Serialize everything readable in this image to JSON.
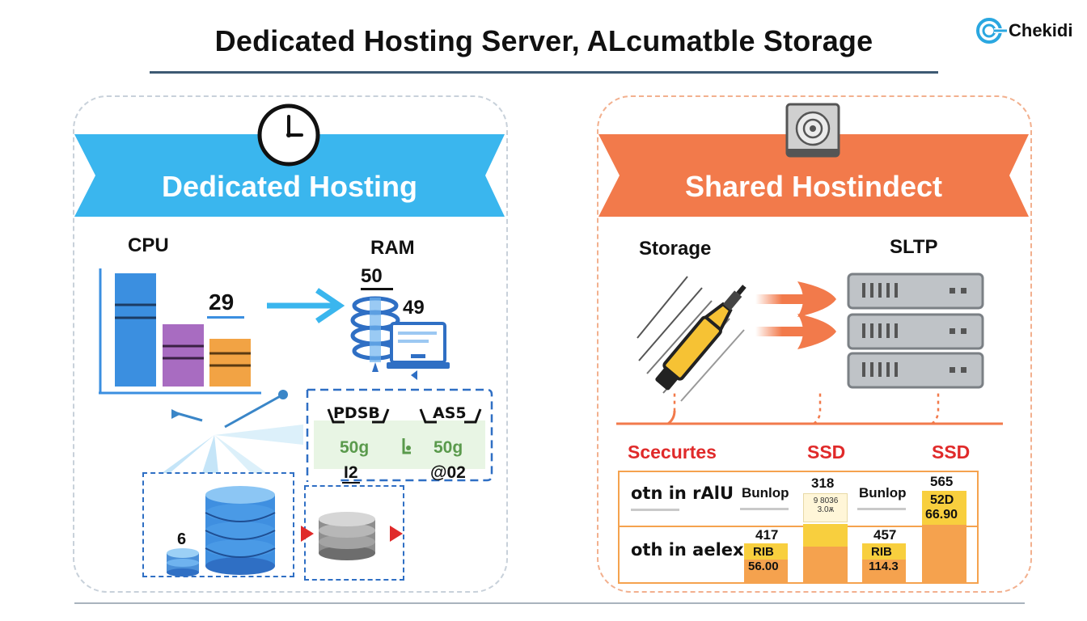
{
  "header": {
    "title": "Dedicated Hosting Server, ALcumatble Storage",
    "brand": "Chekidi",
    "brand_icon": "c-logo-icon",
    "accent_color": "#3d5a73"
  },
  "left_panel": {
    "banner": {
      "label": "Dedicated Hosting",
      "color": "#3ab6ee"
    },
    "icon": "clock-icon",
    "cpu_label": "CPU",
    "ram_label": "RAM",
    "values": {
      "cpu_small": "29",
      "ram_top": "50",
      "ram_side": "49"
    },
    "sub_box": {
      "left_label": "PDSB",
      "right_label": "AS5",
      "left_value": "50g",
      "right_value": "50g",
      "bottom_left": "I2",
      "bottom_right": "@02",
      "fill_color": "#e8f5e4"
    },
    "storage_value": "6",
    "bar_colors": {
      "cpu": "#3b8fe0",
      "mid": "#a86cc1",
      "low": "#f2a344"
    }
  },
  "right_panel": {
    "banner": {
      "label": "Shared Hostindect",
      "color": "#f27a4b"
    },
    "icon": "hard-drive-icon",
    "storage_label": "Storage",
    "sltp_label": "SLTP",
    "table_headers": [
      "Scecurtes",
      "SSD",
      "SSD"
    ],
    "rows": [
      {
        "label": "otn in rAlU",
        "col1": "Bunlop",
        "col2": "Bunlop"
      },
      {
        "label": "oth in aelex"
      }
    ],
    "cells": {
      "c318": "318",
      "c318_sub": "9 8036 3.0ѫ",
      "c565": "565",
      "c52d": "52D",
      "c6690": "66.90",
      "c417": "417",
      "rib1": "RIB",
      "c5600": "56.00",
      "c457": "457",
      "rib2": "RIB",
      "c1143": "114.3"
    },
    "colors": {
      "orange": "#f5a24e",
      "yellow": "#f8cf3e",
      "red_text": "#e02a2a"
    }
  }
}
